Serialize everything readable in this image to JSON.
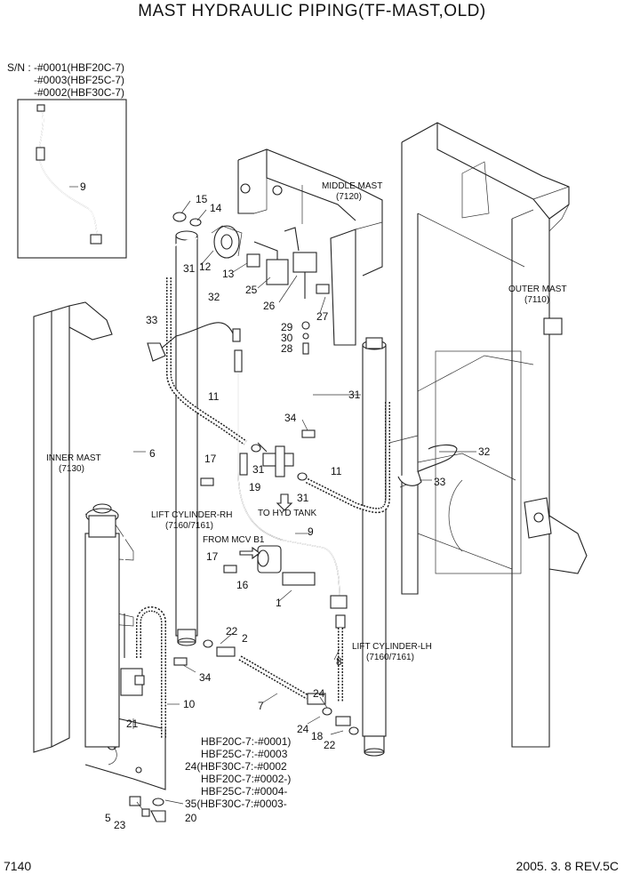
{
  "title": "MAST HYDRAULIC PIPING(TF-MAST,OLD)",
  "serial": {
    "prefix": "S/N :",
    "lines": [
      "-#0001(HBF20C-7)",
      "-#0003(HBF25C-7)",
      "-#0002(HBF30C-7)"
    ]
  },
  "footer": {
    "page": "7140",
    "date_rev": "2005. 3. 8  REV.5C"
  },
  "callouts": {
    "c9a": "9",
    "c15": "15",
    "c14": "14",
    "c31a": "31",
    "c12": "12",
    "c13": "13",
    "c25": "25",
    "c26": "26",
    "c27": "27",
    "c29": "29",
    "c30": "30",
    "c28": "28",
    "c32a": "32",
    "c33a": "33",
    "c6": "6",
    "c11a": "11",
    "c34a": "34",
    "c17a": "17",
    "c31b": "31",
    "c19": "19",
    "c31c": "31",
    "c11b": "11",
    "c31d": "31",
    "c32b": "32",
    "c33b": "33",
    "c9b": "9",
    "c17b": "17",
    "c16": "16",
    "c1": "1",
    "c22a": "22",
    "c2": "2",
    "c34b": "34",
    "c8": "8",
    "c10": "10",
    "c7": "7",
    "c24a": "24",
    "c21": "21",
    "c24b": "24",
    "c18": "18",
    "c22b": "22",
    "c5": "5",
    "c23": "23",
    "c20": "20"
  },
  "labels": {
    "middle_mast": "MIDDLE MAST",
    "middle_mast_no": "(7120)",
    "outer_mast": "OUTER MAST",
    "outer_mast_no": "(7110)",
    "inner_mast": "INNER MAST",
    "inner_mast_no": "(7130)",
    "lift_rh": "LIFT CYLINDER-RH",
    "lift_rh_no": "(7160/7161)",
    "lift_lh": "LIFT CYLINDER-LH",
    "lift_lh_no": "(7160/7161)",
    "to_tank": "TO HYD TANK",
    "from_mcv": "FROM MCV B1"
  },
  "notes": [
    "HBF20C-7:-#0001)",
    "HBF25C-7:-#0003",
    "24(HBF30C-7:-#0002",
    "HBF20C-7:#0002-)",
    "HBF25C-7:#0004-",
    "35(HBF30C-7:#0003-"
  ]
}
